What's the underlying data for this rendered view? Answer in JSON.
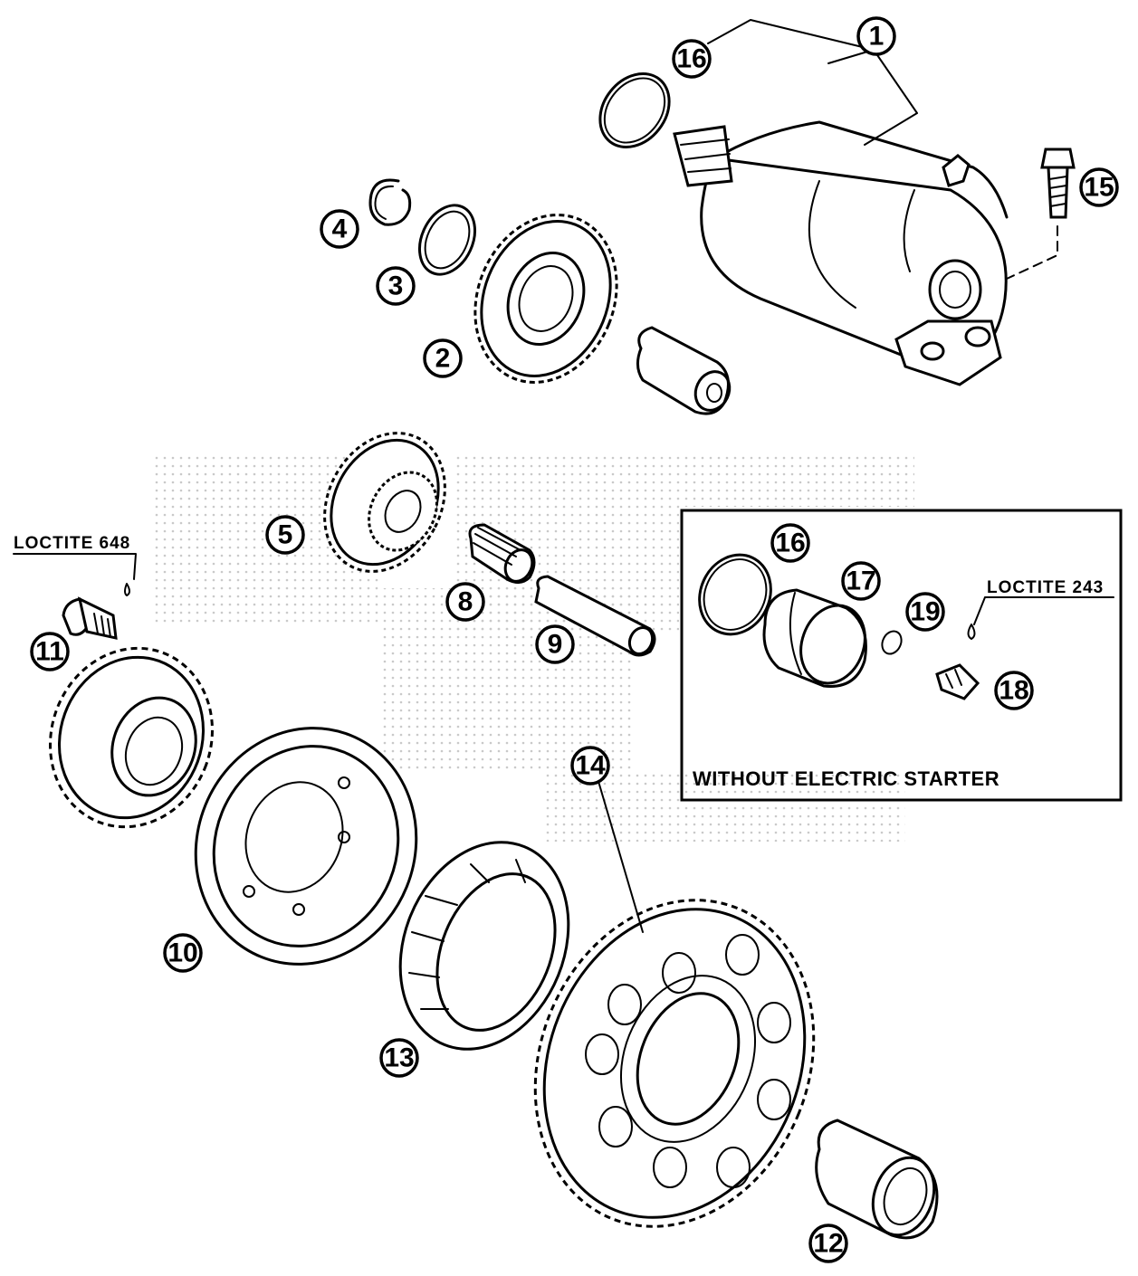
{
  "diagram": {
    "inset_caption": "WITHOUT ELECTRIC STARTER",
    "notes": {
      "loctite_648": "LOCTITE 648",
      "loctite_243": "LOCTITE 243"
    },
    "callouts": {
      "c1": "1",
      "c2": "2",
      "c3": "3",
      "c4": "4",
      "c5": "5",
      "c8": "8",
      "c9": "9",
      "c10": "10",
      "c11": "11",
      "c12": "12",
      "c13": "13",
      "c14": "14",
      "c15": "15",
      "c16_top": "16",
      "c16_inset": "16",
      "c17": "17",
      "c18": "18",
      "c19": "19"
    }
  }
}
